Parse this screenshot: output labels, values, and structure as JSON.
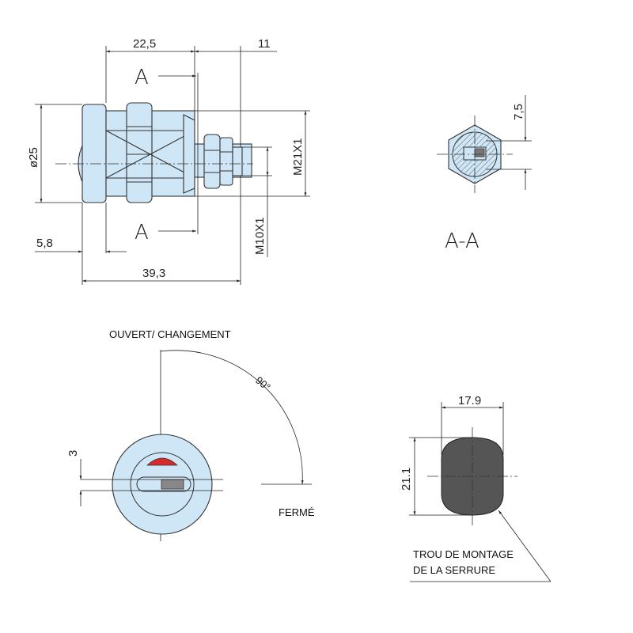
{
  "drawing": {
    "side_view": {
      "dim_22_5": "22,5",
      "dim_11": "11",
      "dim_dia25": "ø25",
      "dim_5_8": "5,8",
      "dim_39_3": "39,3",
      "dim_m21": "M21X1",
      "dim_m10": "M10X1",
      "section_mark_top": "A",
      "section_mark_bottom": "A"
    },
    "section_view": {
      "dim_7_5": "7,5",
      "title": "A-A"
    },
    "front_view": {
      "label_open": "OUVERT/ CHANGEMENT",
      "label_closed": "FERMÉ",
      "angle": "90°",
      "dim_3": "3"
    },
    "mounting_hole": {
      "dim_width": "17.9",
      "dim_height": "21.1",
      "label_line1": "TROU DE MONTAGE",
      "label_line2": "DE LA SERRURE"
    }
  },
  "colors": {
    "part_fill": "#cfe6f6",
    "hole_fill": "#555555",
    "indicator": "#d42a2a"
  }
}
